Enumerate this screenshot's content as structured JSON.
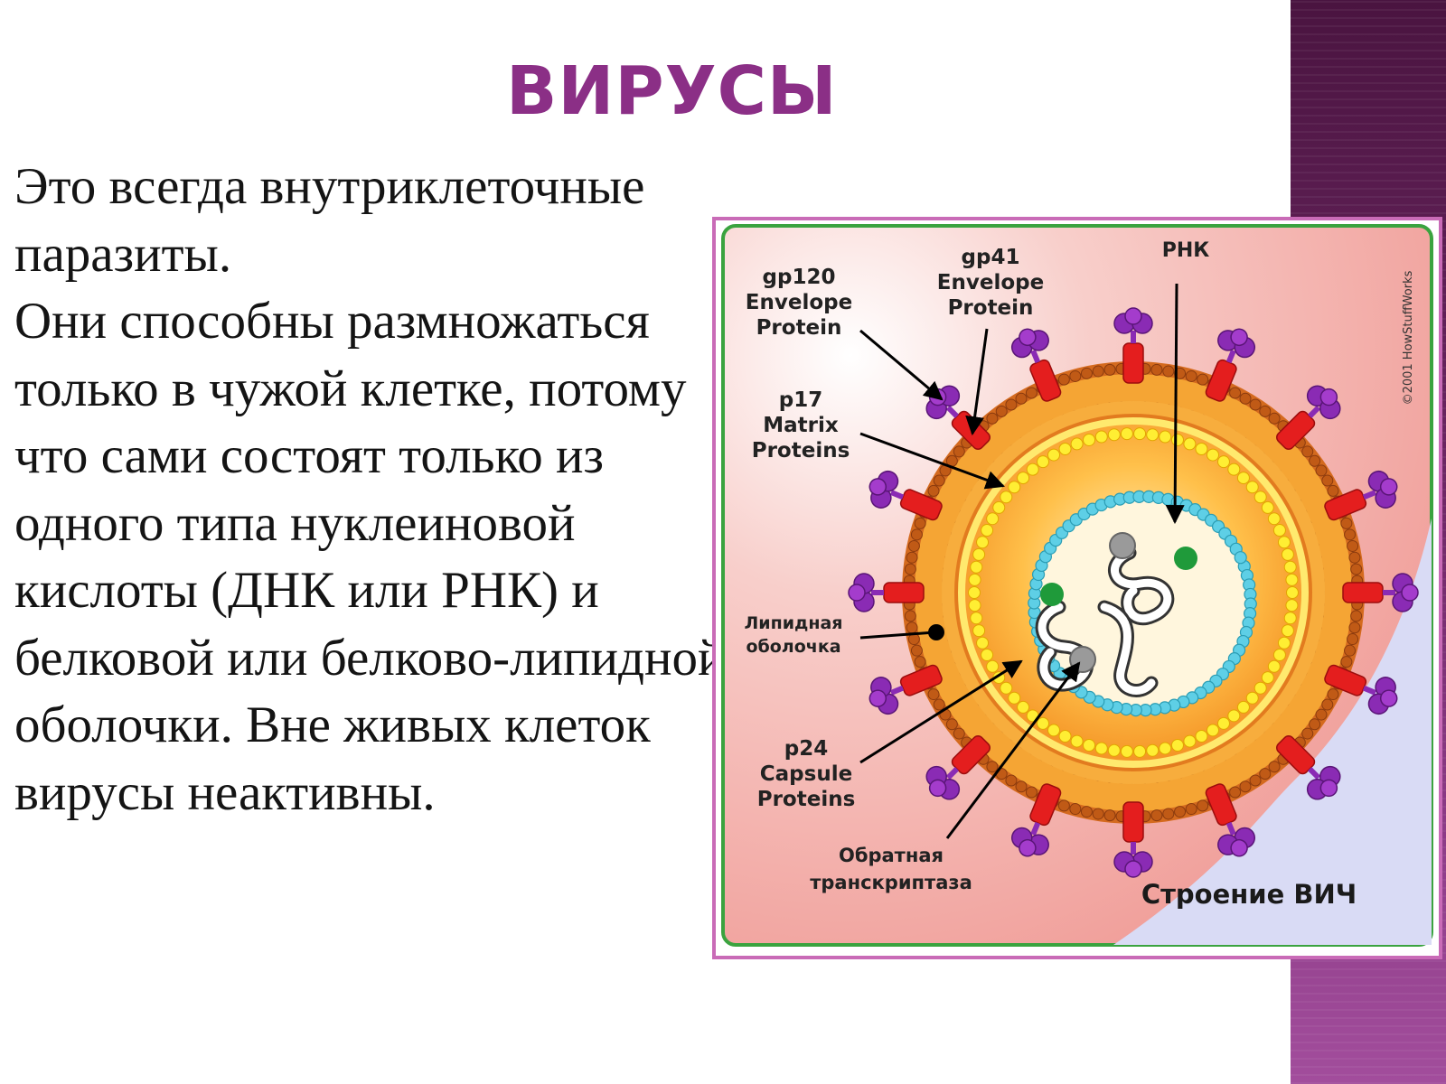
{
  "slide": {
    "title": "ВИРУСЫ",
    "paragraphs": [
      "Это всегда внутриклеточные паразиты.",
      "Они способны размножаться только в чужой клетке, потому что сами состоят только из одного типа нуклеиновой кислоты (ДНК или РНК) и белковой или белково-липидной оболочки. Вне живых клеток вирусы неактивны."
    ]
  },
  "figure": {
    "caption": "Строение ВИЧ",
    "credit": "©2001 HowStuffWorks",
    "labels": {
      "gp120": "gp120",
      "gp120_sub1": "Envelope",
      "gp120_sub2": "Protein",
      "gp41": "gp41",
      "gp41_sub1": "Envelope",
      "gp41_sub2": "Protein",
      "rna": "РНК",
      "p17": "p17",
      "p17_sub1": "Matrix",
      "p17_sub2": "Proteins",
      "lipid1": "Липидная",
      "lipid2": "оболочка",
      "p24": "p24",
      "p24_sub1": "Capsule",
      "p24_sub2": "Proteins",
      "rt1": "Обратная",
      "rt2": "транскриптаза"
    },
    "colors": {
      "background_pink": "#f3a7a2",
      "envelope_orange": "#f2a033",
      "spike_red": "#e41e1e",
      "spike_purple": "#8a2bb4",
      "matrix_yellow": "#ffee33",
      "capsid_cyan": "#5ecfe6",
      "green_dot": "#1f9a3a",
      "border_green": "#3aa33f",
      "frame_pink": "#c96bb7",
      "title_purple": "#8b2f86"
    }
  }
}
